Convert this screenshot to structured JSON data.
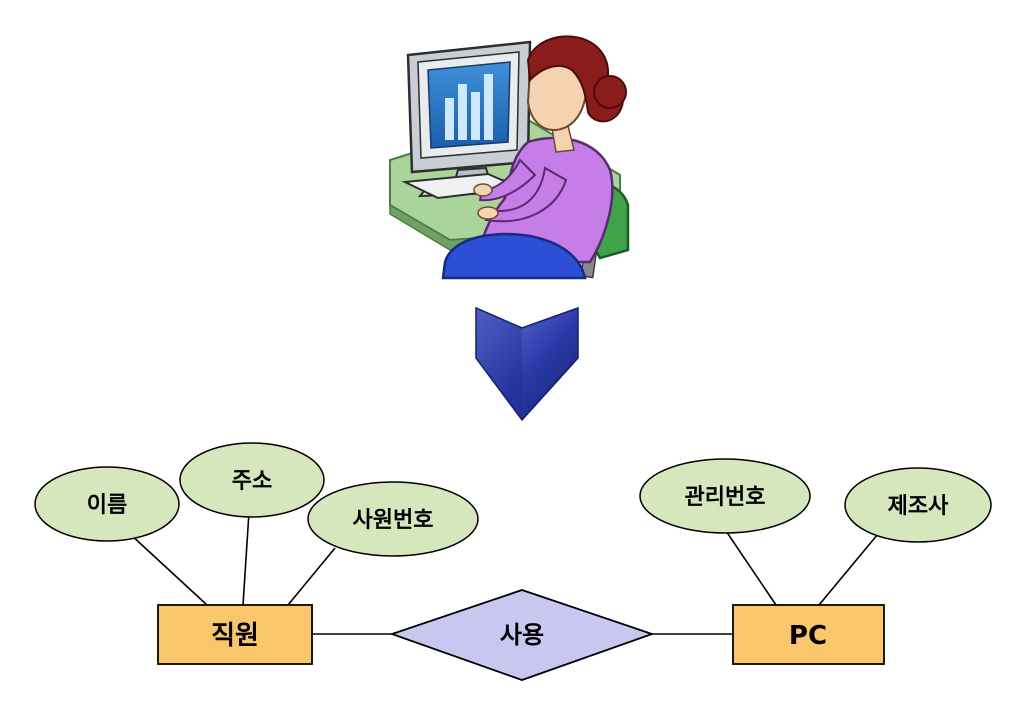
{
  "illustration": {
    "subject": "woman-at-computer"
  },
  "arrow": {
    "direction": "down",
    "color": "#2a3aa8"
  },
  "entities": {
    "employee": "직원",
    "pc": "PC"
  },
  "relationship": {
    "label": "사용"
  },
  "attributes": {
    "employee": [
      "이름",
      "주소",
      "사원번호"
    ],
    "pc": [
      "관리번호",
      "제조사"
    ]
  },
  "colors": {
    "attribute_fill": "#d6e6bd",
    "entity_fill": "#f9c66a",
    "relationship_fill": "#c7c7f0"
  }
}
